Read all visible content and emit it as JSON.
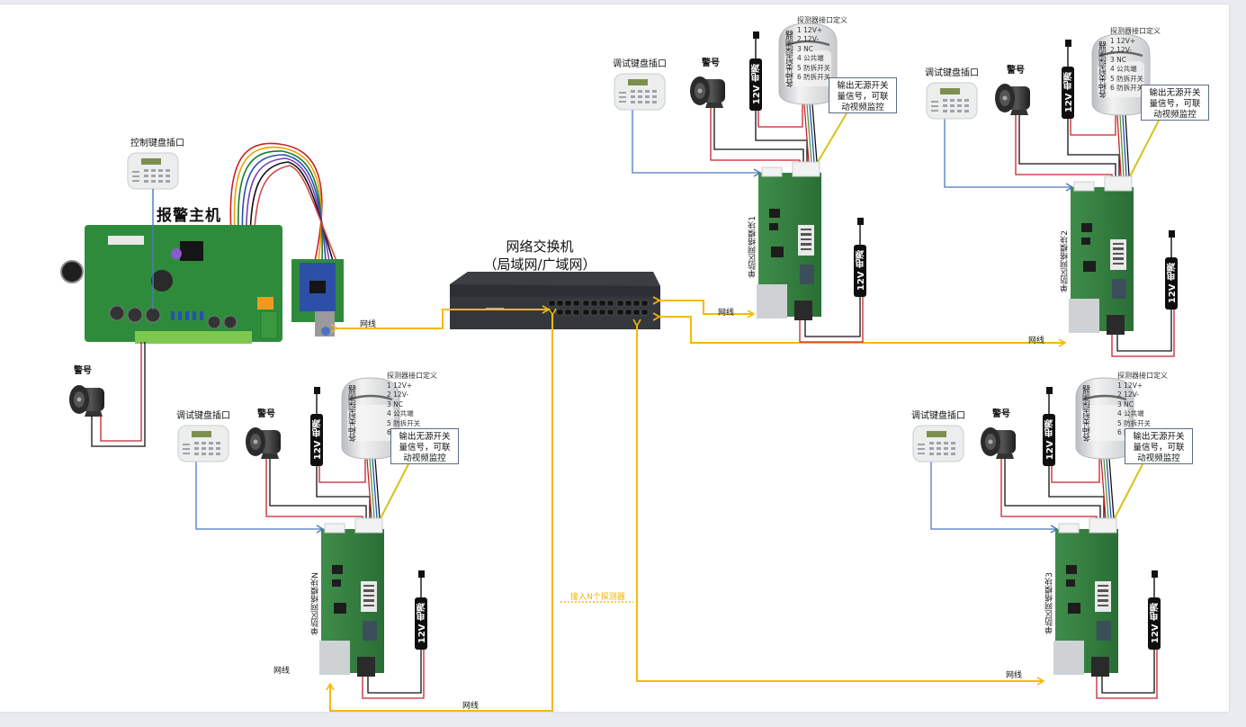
{
  "colors": {
    "network_cable": "#f5b90f",
    "keypad_line": "#4a78c2",
    "power_positive": "#c8202a",
    "power_negative": "#111111",
    "board_green": "#2f7d3a",
    "note_border": "#5a6d86"
  },
  "host": {
    "title": "报警主机",
    "keypad_label": "控制键盘插口",
    "siren_label": "警号"
  },
  "switch": {
    "title_line1": "网络交换机",
    "title_line2": "（局域网/广域网）"
  },
  "cable_label": "网线",
  "extension_note": "接入N个探测器",
  "nodes": [
    {
      "id": "module-1",
      "module_name": "单防区网络模块1",
      "keypad_label": "调试键盘插口",
      "siren_label": "警号",
      "psu_label": "12V 电源",
      "detector_label": "各种类型探测器",
      "pin_title": "探测器接口定义",
      "pins": [
        "1  12V+",
        "2  12V-",
        "3  NC",
        "4  公共端",
        "5  防拆开关",
        "6  防拆开关"
      ],
      "note": [
        "输出无源开关",
        "量信号，可联",
        "动视频监控"
      ]
    },
    {
      "id": "module-2",
      "module_name": "单防区网络模块2",
      "keypad_label": "调试键盘插口",
      "siren_label": "警号",
      "psu_label": "12V 电源",
      "detector_label": "各种类型探测器",
      "pin_title": "探测器接口定义",
      "pins": [
        "1  12V+",
        "2  12V-",
        "3  NC",
        "4  公共端",
        "5  防拆开关",
        "6  防拆开关"
      ],
      "note": [
        "输出无源开关",
        "量信号，可联",
        "动视频监控"
      ]
    },
    {
      "id": "module-n",
      "module_name": "单防区网络模块N",
      "keypad_label": "调试键盘插口",
      "siren_label": "警号",
      "psu_label": "12V 电源",
      "detector_label": "各种类型探测器",
      "pin_title": "探测器接口定义",
      "pins": [
        "1  12V+",
        "2  12V-",
        "3  NC",
        "4  公共端",
        "5  防拆开关",
        "6  防拆开关"
      ],
      "note": [
        "输出无源开关",
        "量信号，可联",
        "动视频监控"
      ]
    },
    {
      "id": "module-3",
      "module_name": "单防区网络模块3",
      "keypad_label": "调试键盘插口",
      "siren_label": "警号",
      "psu_label": "12V 电源",
      "detector_label": "各种类型探测器",
      "pin_title": "探测器接口定义",
      "pins": [
        "1  12V+",
        "2  12V-",
        "3  NC",
        "4  公共端",
        "5  防拆开关",
        "6  防拆开关"
      ],
      "note": [
        "输出无源开关",
        "量信号，可联",
        "动视频监控"
      ]
    }
  ]
}
